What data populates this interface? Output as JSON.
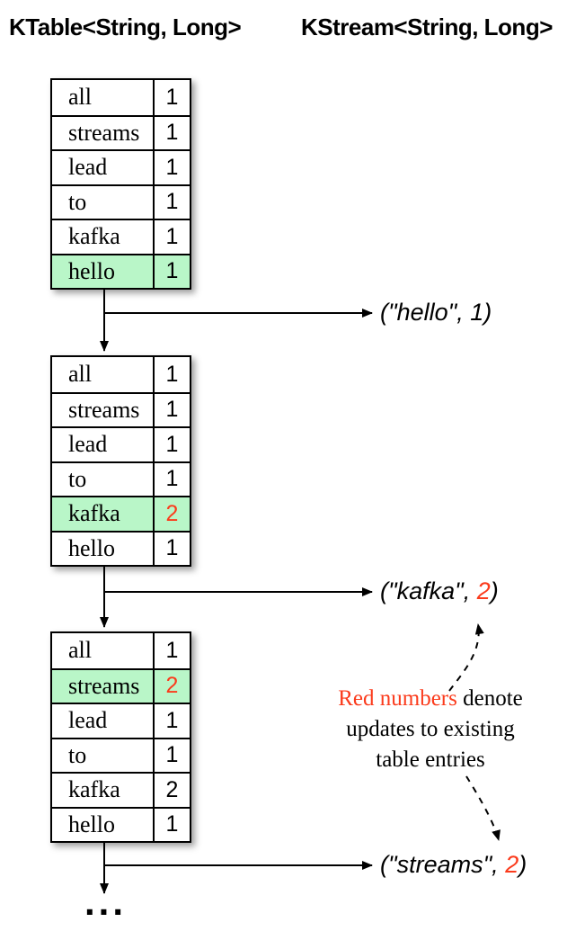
{
  "titles": {
    "ktable": "KTable<String, Long>",
    "kstream": "KStream<String, Long>"
  },
  "colors": {
    "highlight_green": "#b9f6c8",
    "update_red": "#fb3b1c",
    "line_black": "#000000"
  },
  "tables": [
    {
      "rows": [
        {
          "key": "all",
          "value": "1"
        },
        {
          "key": "streams",
          "value": "1"
        },
        {
          "key": "lead",
          "value": "1"
        },
        {
          "key": "to",
          "value": "1"
        },
        {
          "key": "kafka",
          "value": "1"
        },
        {
          "key": "hello",
          "value": "1",
          "highlighted": true
        }
      ]
    },
    {
      "rows": [
        {
          "key": "all",
          "value": "1"
        },
        {
          "key": "streams",
          "value": "1"
        },
        {
          "key": "lead",
          "value": "1"
        },
        {
          "key": "to",
          "value": "1"
        },
        {
          "key": "kafka",
          "value": "2",
          "highlighted": true,
          "red": true
        },
        {
          "key": "hello",
          "value": "1"
        }
      ]
    },
    {
      "rows": [
        {
          "key": "all",
          "value": "1"
        },
        {
          "key": "streams",
          "value": "2",
          "highlighted": true,
          "red": true
        },
        {
          "key": "lead",
          "value": "1"
        },
        {
          "key": "to",
          "value": "1"
        },
        {
          "key": "kafka",
          "value": "2"
        },
        {
          "key": "hello",
          "value": "1"
        }
      ]
    }
  ],
  "stream_records": [
    {
      "key": "hello",
      "value": "1",
      "value_red": false
    },
    {
      "key": "kafka",
      "value": "2",
      "value_red": true
    },
    {
      "key": "streams",
      "value": "2",
      "value_red": true
    }
  ],
  "annotation": {
    "red_text": "Red numbers",
    "line1_rest": " denote",
    "line2": "updates to existing",
    "line3": "table entries"
  },
  "ellipsis": "..."
}
